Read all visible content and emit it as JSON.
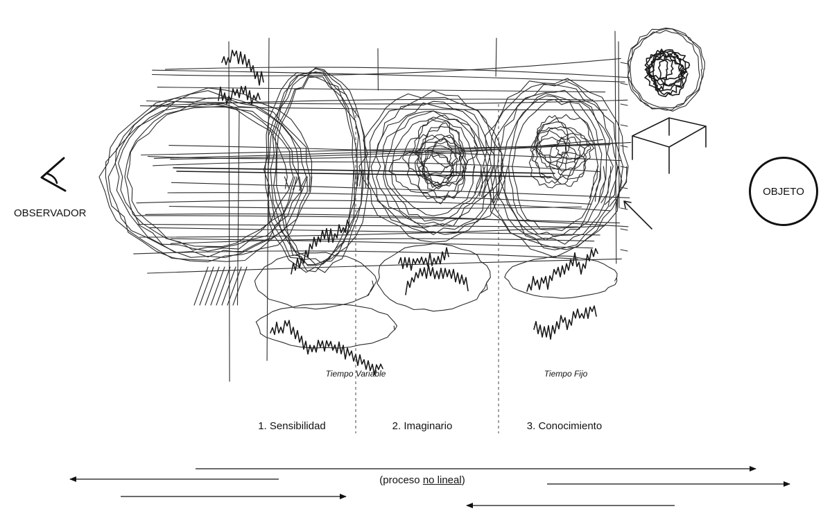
{
  "observer": {
    "label": "OBSERVADOR",
    "icon": "eye-icon"
  },
  "object": {
    "label": "OBJETO"
  },
  "time_labels": {
    "variable": "Tiempo Variable",
    "fixed": "Tiempo Fijo"
  },
  "stages": [
    {
      "label": "1. Sensibilidad"
    },
    {
      "label": "2. Imaginario"
    },
    {
      "label": "3. Conocimiento"
    }
  ],
  "process_note": {
    "prefix": "(proceso ",
    "emphasis": "no lineal",
    "suffix": ")"
  },
  "sketch": {
    "icon": "hand-drawn-sketch"
  },
  "colors": {
    "ink": "#111111",
    "background": "#ffffff"
  }
}
